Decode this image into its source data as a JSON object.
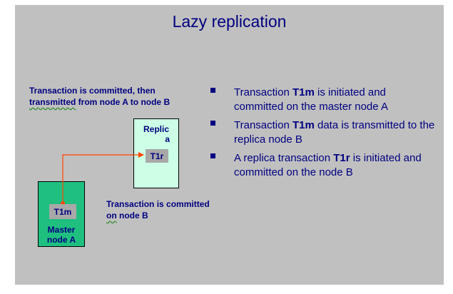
{
  "title": "Lazy replication",
  "caption_top": {
    "line1": "Transaction is committed, then",
    "line2_word": "transmitted",
    "line2_rest": " from node A to node B"
  },
  "caption_mid": {
    "line1": "Transaction is committed",
    "line2_word": "on",
    "line2_rest": " node B"
  },
  "replica_node": {
    "label_line1": "Replic",
    "label_line2": "a",
    "tx": "T1r"
  },
  "master_node": {
    "label_line1": "Master",
    "label_line2": "node A",
    "tx": "T1m"
  },
  "bullets": [
    {
      "pre": "Transaction ",
      "bold": "T1m",
      "post": " is initiated and committed on the master node A"
    },
    {
      "pre": "Transaction ",
      "bold": "T1m",
      "post": " data is transmitted to the replica node B"
    },
    {
      "pre": "A replica transaction ",
      "bold": "T1r",
      "post": " is initiated and committed on the node B"
    }
  ],
  "colors": {
    "background": "#c0c0c0",
    "text": "#000080",
    "replica_fill": "#ccffe6",
    "master_fill": "#1fbf80",
    "arrow": "#ff4400"
  }
}
